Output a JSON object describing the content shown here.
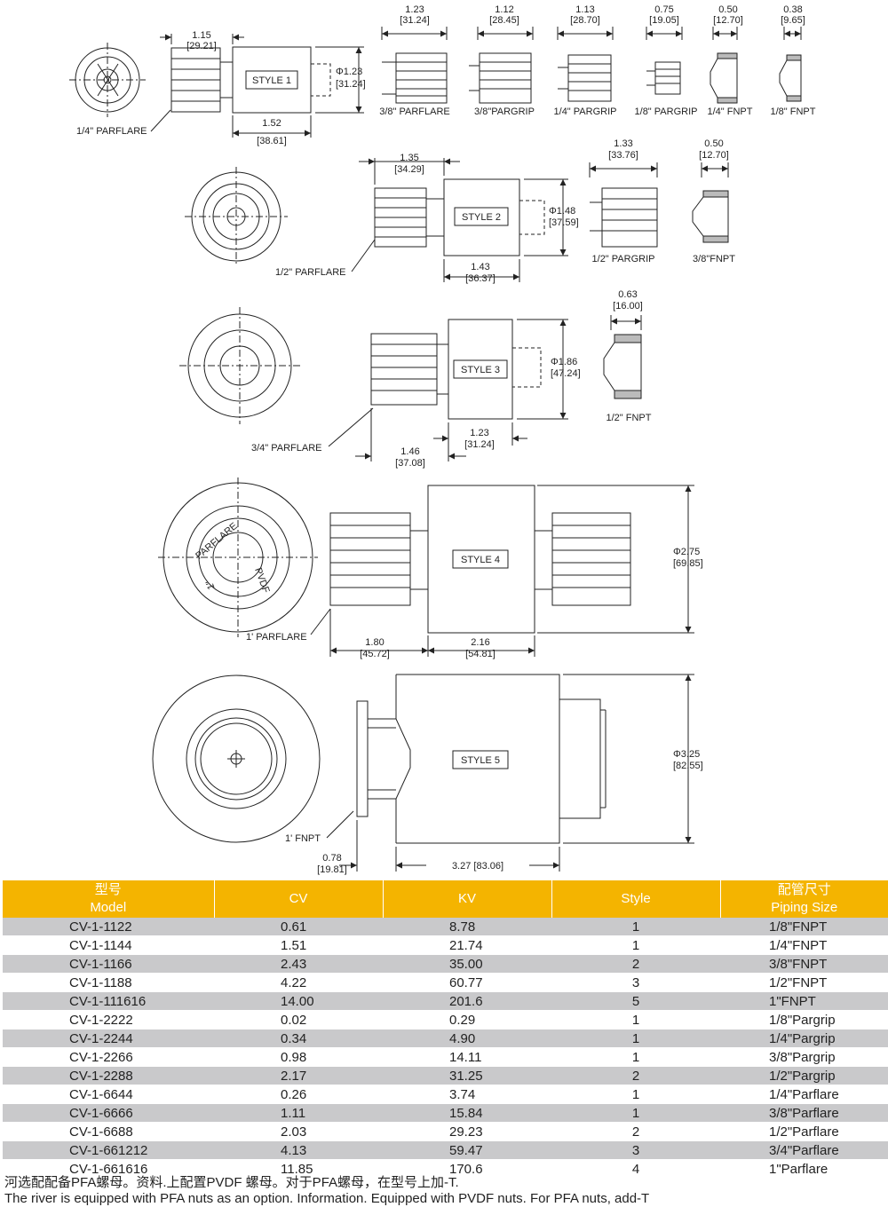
{
  "style1": {
    "name": "STYLE 1",
    "end_label": "1/4\" PARFLARE",
    "dim_nut_in": "1.15",
    "dim_nut_mm": "[29.21]",
    "dim_body_in": "1.52",
    "dim_body_mm": "[38.61]",
    "dia_in": "Φ1.23",
    "dia_mm": "[31.24]",
    "options": [
      {
        "in": "1.23",
        "mm": "[31.24]",
        "label": "3/8\" PARFLARE"
      },
      {
        "in": "1.12",
        "mm": "[28.45]",
        "label": "3/8\"PARGRIP"
      },
      {
        "in": "1.13",
        "mm": "[28.70]",
        "label": "1/4\" PARGRIP"
      },
      {
        "in": "0.75",
        "mm": "[19.05]",
        "label": "1/8\" PARGRIP"
      },
      {
        "in": "0.50",
        "mm": "[12.70]",
        "label": "1/4\" FNPT"
      },
      {
        "in": "0.38",
        "mm": "[9.65]",
        "label": "1/8\" FNPT"
      }
    ]
  },
  "style2": {
    "name": "STYLE 2",
    "end_label": "1/2\" PARFLARE",
    "dim_nut_in": "1.35",
    "dim_nut_mm": "[34.29]",
    "dim_body_in": "1.43",
    "dim_body_mm": "[36.37]",
    "dia_in": "Φ1.48",
    "dia_mm": "[37.59]",
    "options": [
      {
        "in": "1.33",
        "mm": "[33.76]",
        "label": "1/2\" PARGRIP"
      },
      {
        "in": "0.50",
        "mm": "[12.70]",
        "label": "3/8\"FNPT"
      }
    ]
  },
  "style3": {
    "name": "STYLE 3",
    "end_label": "3/4\" PARFLARE",
    "dim_nut_in": "1.46",
    "dim_nut_mm": "[37.08]",
    "dim_body_in": "1.23",
    "dim_body_mm": "[31.24]",
    "dia_in": "Φ1.86",
    "dia_mm": "[47.24]",
    "options": [
      {
        "in": "0.63",
        "mm": "[16.00]",
        "label": "1/2\" FNPT"
      }
    ]
  },
  "style4": {
    "name": "STYLE 4",
    "end_label": "1' PARFLARE",
    "dim_nut_in": "1.80",
    "dim_nut_mm": "[45.72]",
    "dim_body_in": "2.16",
    "dim_body_mm": "[54.81]",
    "dia_in": "Φ2.75",
    "dia_mm": "[69.85]",
    "face_text_1": "PARFLARE",
    "face_text_2": "PVDF",
    "face_text_3": "1\""
  },
  "style5": {
    "name": "STYLE 5",
    "end_label": "1' FNPT",
    "dim_nut_in": "0.78",
    "dim_nut_mm": "[19.81]",
    "dim_body": "3.27  [83.06]",
    "dia_in": "Φ3.25",
    "dia_mm": "[82.55]"
  },
  "table": {
    "headers": [
      {
        "cn": "型号",
        "en": "Model"
      },
      {
        "cn": "",
        "en": "CV"
      },
      {
        "cn": "",
        "en": "KV"
      },
      {
        "cn": "",
        "en": "Style"
      },
      {
        "cn": "配管尺寸",
        "en": "Piping Size"
      }
    ],
    "rows": [
      [
        "CV-1-1122",
        "0.61",
        "8.78",
        "1",
        "1/8\"FNPT"
      ],
      [
        "CV-1-1144",
        "1.51",
        "21.74",
        "1",
        "1/4\"FNPT"
      ],
      [
        "CV-1-1166",
        "2.43",
        "35.00",
        "2",
        "3/8\"FNPT"
      ],
      [
        "CV-1-1188",
        "4.22",
        "60.77",
        "3",
        "1/2\"FNPT"
      ],
      [
        "CV-1-111616",
        "14.00",
        "201.6",
        "5",
        "1\"FNPT"
      ],
      [
        "CV-1-2222",
        "0.02",
        "0.29",
        "1",
        "1/8\"Pargrip"
      ],
      [
        "CV-1-2244",
        "0.34",
        "4.90",
        "1",
        "1/4\"Pargrip"
      ],
      [
        "CV-1-2266",
        "0.98",
        "14.11",
        "1",
        "3/8\"Pargrip"
      ],
      [
        "CV-1-2288",
        "2.17",
        "31.25",
        "2",
        "1/2\"Pargrip"
      ],
      [
        "CV-1-6644",
        "0.26",
        "3.74",
        "1",
        "1/4\"Parflare"
      ],
      [
        "CV-1-6666",
        "1.11",
        "15.84",
        "1",
        "3/8\"Parflare"
      ],
      [
        "CV-1-6688",
        "2.03",
        "29.23",
        "2",
        "1/2\"Parflare"
      ],
      [
        "CV-1-661212",
        "4.13",
        "59.47",
        "3",
        "3/4\"Parflare"
      ],
      [
        "CV-1-661616",
        "11.85",
        "170.6",
        "4",
        "1\"Parflare"
      ]
    ]
  },
  "footnote_cn": "河选配配备PFA螺母。资料.上配置PVDF 螺母。对于PFA螺母，在型号上加-T.",
  "footnote_en": "The river is equipped with PFA nuts as an option. Information. Equipped with PVDF nuts. For PFA nuts, add-T",
  "colors": {
    "header": "#f4b400",
    "row_shade": "#c9c9cb",
    "line": "#222222"
  }
}
